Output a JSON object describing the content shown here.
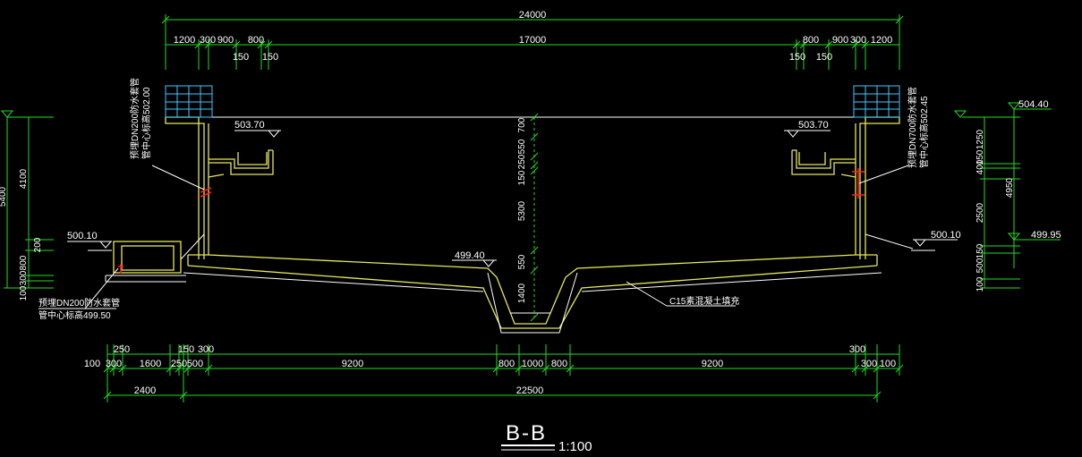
{
  "drawing": {
    "title": "B-B",
    "scale": "1:100",
    "top_dims": {
      "overall": "24000",
      "inner": "17000",
      "left_segments": [
        "1200",
        "300",
        "900",
        "800"
      ],
      "right_segments": [
        "800",
        "900",
        "300",
        "1200"
      ],
      "sub_150": "150"
    },
    "bottom_dims": {
      "row1": [
        "250",
        "150",
        "300",
        "300"
      ],
      "row2": [
        "100",
        "300",
        "1600",
        "250",
        "500",
        "9200",
        "800",
        "1000",
        "800",
        "9200",
        "300",
        "100"
      ],
      "row3": [
        "2400",
        "22500"
      ]
    },
    "center_dims": [
      "700",
      "550",
      "250",
      "150",
      "5300",
      "550",
      "1400"
    ],
    "left_side": {
      "total": "5400",
      "top": "4100",
      "mid": "200",
      "lower": [
        "800",
        "300",
        "100"
      ]
    },
    "right_side": {
      "segments": [
        "1250",
        "400",
        "150",
        "2500",
        "150",
        "500",
        "100"
      ],
      "total": "4950"
    },
    "elevations": {
      "launder_left": "503.70",
      "launder_right": "503.70",
      "top_right": "504.40",
      "ground_left": "500.10",
      "ground_right": "500.10",
      "outlet_right": "499.95",
      "bottom_center": "499.40"
    },
    "notes": {
      "pipe_left_top": "预埋DN200防水套管",
      "pipe_left_top_elev": "管中心标高502.00",
      "pipe_right_top": "预埋DN700防水套管",
      "pipe_right_top_elev": "管中心标高502.45",
      "pipe_left_low": "预埋DN200防水套管",
      "pipe_left_low_elev": "管中心标高499.50",
      "fill_note": "C15素混凝土填充"
    }
  }
}
